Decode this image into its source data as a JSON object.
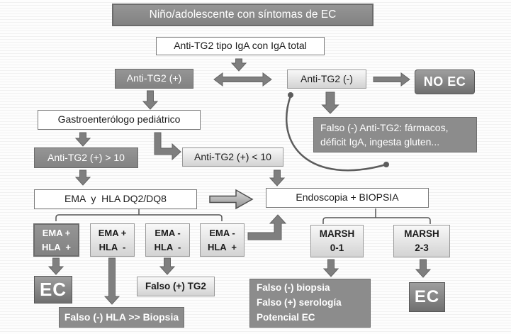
{
  "title": "Niño/adolescente con síntomas de EC",
  "nodes": {
    "test_iga": "Anti-TG2 tipo IgA con IgA total",
    "tg2_pos": "Anti-TG2 (+)",
    "tg2_neg": "Anti-TG2 (-)",
    "no_ec": "NO EC",
    "gastro": "Gastroenterólogo pediátrico",
    "falso_neg_tg2": "Falso (-) Anti-TG2: fármacos,\ndéficit IgA, ingesta gluten...",
    "tg2_gt10": "Anti-TG2 (+) > 10",
    "tg2_lt10": "Anti-TG2 (+) < 10",
    "ema_hla": "EMA  y  HLA DQ2/DQ8",
    "endoscopia": "Endoscopia + BIOPSIA",
    "ema_p_hla_p": "EMA +\nHLA  +",
    "ema_p_hla_n": "EMA +\nHLA  -",
    "ema_n_hla_n": "EMA -\nHLA  -",
    "ema_n_hla_p": "EMA -\nHLA  +",
    "ec_left": "EC",
    "falso_pos_tg2": "Falso (+) TG2",
    "falso_neg_hla": "Falso (-) HLA >> Biopsia",
    "marsh_01": "MARSH\n0-1",
    "marsh_23": "MARSH\n2-3",
    "falso_biopsia": "Falso (-) biopsia\nFalso (+) serología\nPotencial EC",
    "ec_right": "EC"
  },
  "colors": {
    "dark_fill": "#8a8a8a",
    "dark_border": "#6b6b6b",
    "light_fill": "#e3e3e3",
    "light_border": "#999999",
    "white_fill": "#ffffff",
    "arrow_fill": "#7f7f7f",
    "arrow_stroke": "#646464",
    "connector_stroke": "#555555",
    "text_on_dark": "#ffffff",
    "text_on_light": "#1c1c1c"
  }
}
